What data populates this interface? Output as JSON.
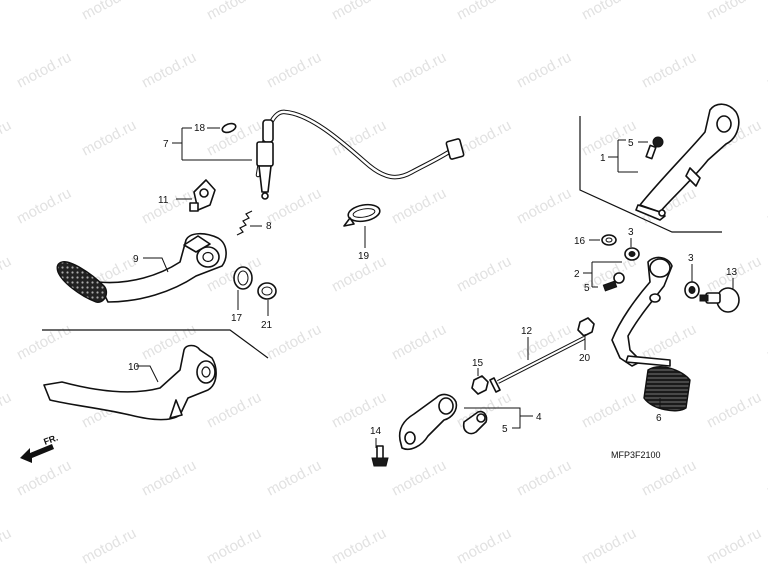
{
  "watermark": "motod.ru",
  "diagram_code": "MFP3F2100",
  "front_label": "FR.",
  "callouts": {
    "c1": "1",
    "c2": "2",
    "c3a": "3",
    "c3b": "3",
    "c4": "4",
    "c5a": "5",
    "c5b": "5",
    "c5c": "5",
    "c6": "6",
    "c7": "7",
    "c8": "8",
    "c9": "9",
    "c10": "10",
    "c11": "11",
    "c12": "12",
    "c13": "13",
    "c14": "14",
    "c15": "15",
    "c16": "16",
    "c17": "17",
    "c18": "18",
    "c19": "19",
    "c20": "20",
    "c21": "21"
  }
}
